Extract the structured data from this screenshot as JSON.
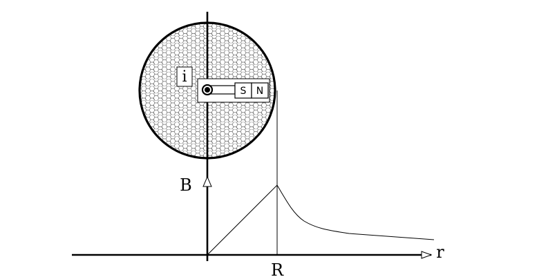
{
  "diagram": {
    "current_label": "i",
    "magnet": {
      "south_label": "S",
      "north_label": "N"
    },
    "field_axis_label": "B",
    "radius_axis_label": "r",
    "radius_tick_label": "R",
    "colors": {
      "ink": "#000000",
      "background": "#ffffff"
    }
  }
}
